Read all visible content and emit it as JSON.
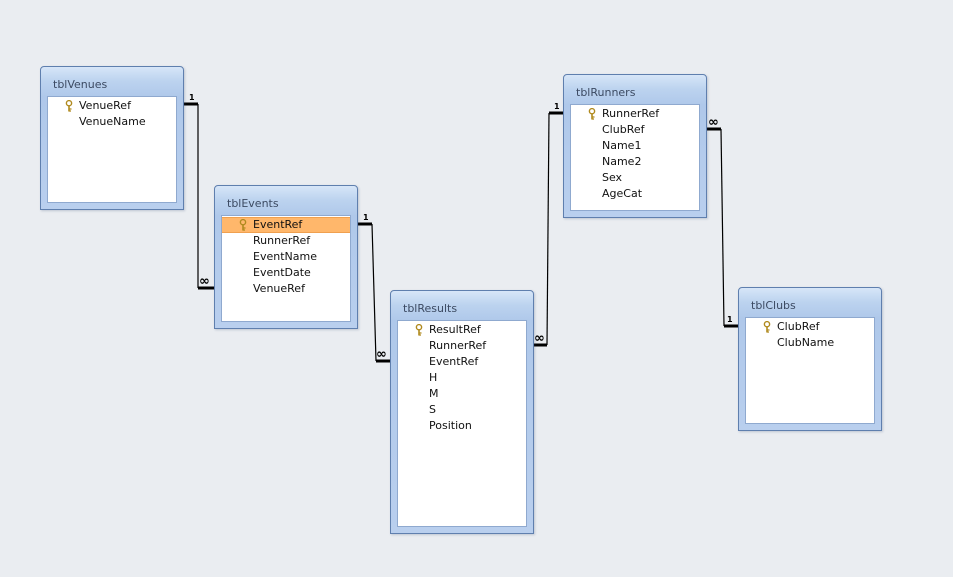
{
  "tables": [
    {
      "id": "tblVenues",
      "title": "tblVenues",
      "fields": [
        {
          "name": "VenueRef",
          "key": true,
          "selected": false
        },
        {
          "name": "VenueName",
          "key": false,
          "selected": false
        }
      ]
    },
    {
      "id": "tblEvents",
      "title": "tblEvents",
      "fields": [
        {
          "name": "EventRef",
          "key": true,
          "selected": true
        },
        {
          "name": "RunnerRef",
          "key": false,
          "selected": false
        },
        {
          "name": "EventName",
          "key": false,
          "selected": false
        },
        {
          "name": "EventDate",
          "key": false,
          "selected": false
        },
        {
          "name": "VenueRef",
          "key": false,
          "selected": false
        }
      ]
    },
    {
      "id": "tblResults",
      "title": "tblResults",
      "fields": [
        {
          "name": "ResultRef",
          "key": true,
          "selected": false
        },
        {
          "name": "RunnerRef",
          "key": false,
          "selected": false
        },
        {
          "name": "EventRef",
          "key": false,
          "selected": false
        },
        {
          "name": "H",
          "key": false,
          "selected": false
        },
        {
          "name": "M",
          "key": false,
          "selected": false
        },
        {
          "name": "S",
          "key": false,
          "selected": false
        },
        {
          "name": "Position",
          "key": false,
          "selected": false
        }
      ]
    },
    {
      "id": "tblRunners",
      "title": "tblRunners",
      "fields": [
        {
          "name": "RunnerRef",
          "key": true,
          "selected": false
        },
        {
          "name": "ClubRef",
          "key": false,
          "selected": false
        },
        {
          "name": "Name1",
          "key": false,
          "selected": false
        },
        {
          "name": "Name2",
          "key": false,
          "selected": false
        },
        {
          "name": "Sex",
          "key": false,
          "selected": false
        },
        {
          "name": "AgeCat",
          "key": false,
          "selected": false
        }
      ]
    },
    {
      "id": "tblClubs",
      "title": "tblClubs",
      "fields": [
        {
          "name": "ClubRef",
          "key": true,
          "selected": false
        },
        {
          "name": "ClubName",
          "key": false,
          "selected": false
        }
      ]
    }
  ],
  "relationships": [
    {
      "id": "venues-events",
      "from": "tblVenues",
      "to": "tblEvents",
      "one_label": "1",
      "many_label": "∞"
    },
    {
      "id": "events-results",
      "from": "tblEvents",
      "to": "tblResults",
      "one_label": "1",
      "many_label": "∞"
    },
    {
      "id": "runners-results",
      "from": "tblRunners",
      "to": "tblResults",
      "one_label": "1",
      "many_label": "∞"
    },
    {
      "id": "clubs-runners",
      "from": "tblClubs",
      "to": "tblRunners",
      "one_label": "1",
      "many_label": "∞"
    }
  ]
}
